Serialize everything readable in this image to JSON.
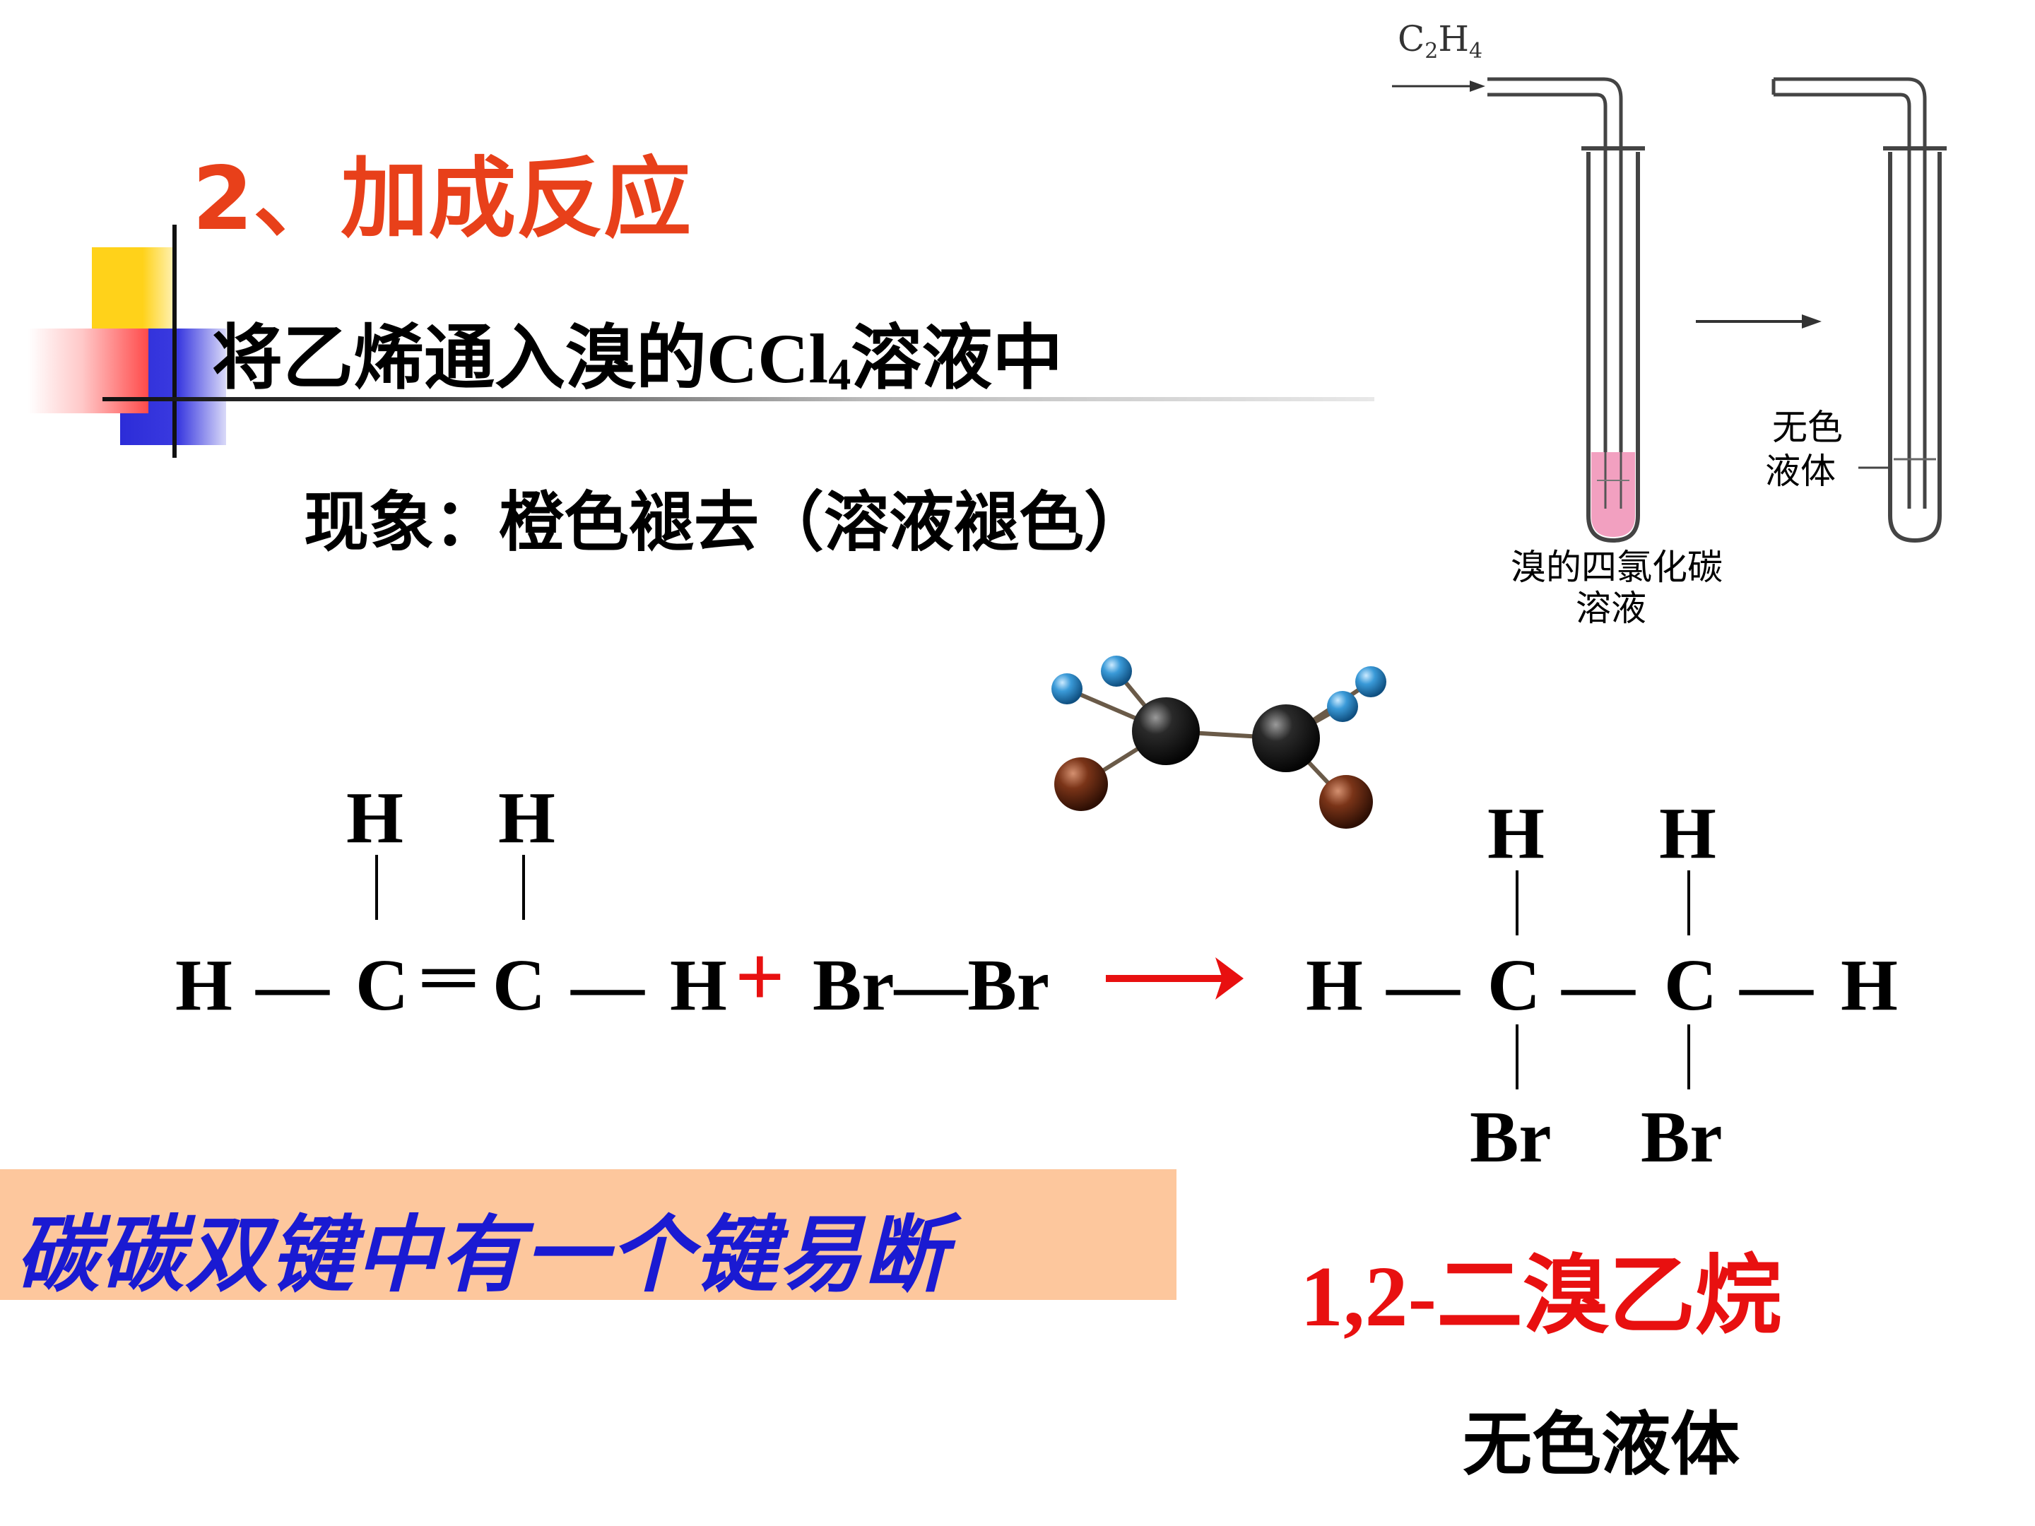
{
  "title": "2、加成反应",
  "subtitle": {
    "text_before": "将乙烯通入溴的CCl",
    "subscript": "4",
    "text_after": "溶液中"
  },
  "phenomenon": "现象：橙色褪去（溶液褪色）",
  "apparatus": {
    "gas_label_main": "C",
    "gas_sub1": "2",
    "gas_mid": "H",
    "gas_sub2": "4",
    "reagent_label_line1": "溴的四氯化碳",
    "reagent_label_line2": "溶液",
    "product_label_line1": "无色",
    "product_label_line2": "液体"
  },
  "reactant": {
    "h_top_left": "H",
    "h_top_right": "H",
    "h_left": "H",
    "dash_left": "—",
    "c1": "C",
    "double_bond": "═",
    "c2": "C",
    "dash_right": "—",
    "h_right": "H",
    "plus": "+",
    "br_br": "Br—Br"
  },
  "arrow": "⟶",
  "product": {
    "h_top_left": "H",
    "h_top_right": "H",
    "h_left": "H",
    "dash1": "—",
    "c1": "C",
    "dash2": "—",
    "c2": "C",
    "dash3": "—",
    "h_right": "H",
    "br_left": "Br",
    "br_right": "Br"
  },
  "highlight": "碳碳双键中有一个键易断",
  "product_name": "1,2-二溴乙烷",
  "product_state": "无色液体",
  "colors": {
    "title": "#e8401a",
    "highlight_bg": "#fdc79d",
    "highlight_text": "#1a1ad2",
    "product_name": "#e81010",
    "arrow": "#e81010",
    "solution_pink": "#f2a0c0",
    "carbon_atom": "#1a1a1a",
    "hydrogen_atom": "#2f8fd0",
    "bromine_atom": "#7a3418"
  }
}
